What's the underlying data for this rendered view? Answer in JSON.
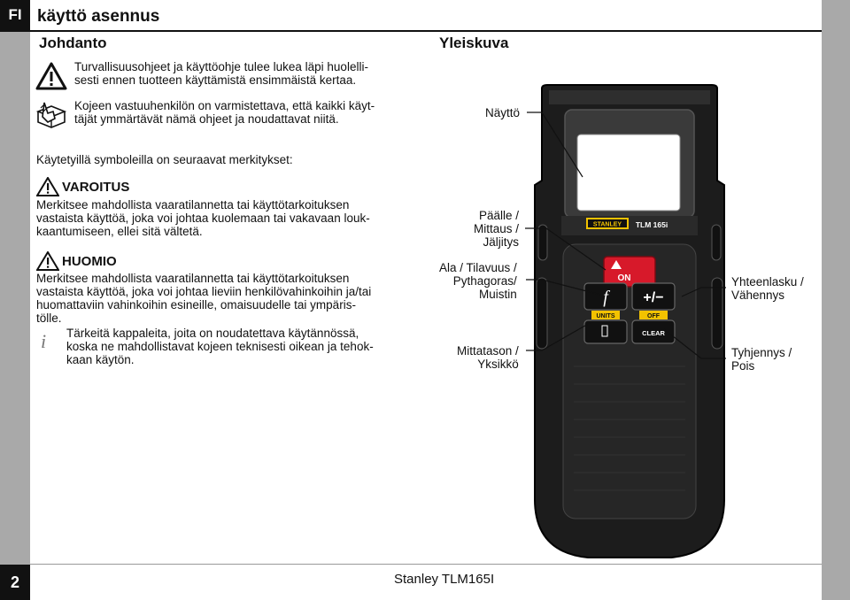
{
  "sidebar": {
    "language": "FI",
    "page_number": "2"
  },
  "title": "käyttö asennus",
  "intro": {
    "heading": "Johdanto",
    "items": [
      {
        "icon": "warning-triangle-icon",
        "text_lines": [
          "Turvallisuusohjeet ja käyttöohje tulee lukea läpi huolelli-",
          "sesti ennen tuotteen käyttämistä ensimmäistä kertaa."
        ]
      },
      {
        "icon": "hand-book-icon",
        "text_lines": [
          "Kojeen vastuuhenkilön on varmistettava, että kaikki käyt-",
          "täjät ymmärtävät nämä ohjeet ja noudattavat niitä."
        ]
      }
    ]
  },
  "symbols_intro": "Käytetyillä symboleilla on seuraavat merkitykset:",
  "warning": {
    "label": "VAROITUS",
    "lines": [
      "Merkitsee mahdollista vaaratilannetta tai käyttötarkoituksen",
      "vastaista käyttöä, joka voi johtaa kuolemaan tai vakavaan louk-",
      "kaantumiseen, ellei sitä vältetä."
    ]
  },
  "caution": {
    "label": "HUOMIO",
    "lines": [
      "Merkitsee mahdollista vaaratilannetta tai käyttötarkoituksen",
      "vastaista käyttöä, joka voi johtaa lieviin henkilövahinkoihin ja/tai",
      "huomattaviin vahinkoihin esineille, omaisuudelle tai ympäris-",
      "tölle."
    ]
  },
  "info": {
    "icon_glyph": "i",
    "lines": [
      "Tärkeitä kappaleita, joita on noudatettava käytännössä,",
      "koska ne mahdollistavat kojeen teknisesti oikean ja tehok-",
      "kaan käytön."
    ]
  },
  "overview": {
    "heading": "Yleiskuva",
    "device": {
      "brand": "STANLEY",
      "model": "TLM 165i",
      "buttons": {
        "on": "ON",
        "function": "f",
        "plus_minus": "+/−",
        "units": "UNITS",
        "off": "OFF",
        "clear": "CLEAR"
      }
    },
    "callouts": {
      "display": [
        "Näyttö"
      ],
      "on": [
        "Päälle /",
        "Mittaus /",
        "Jäljitys"
      ],
      "function": [
        "Ala / Tilavuus /",
        "Pythagoras/",
        "Muistin"
      ],
      "units": [
        "Mittatason /",
        "Yksikkö"
      ],
      "plus_minus": [
        "Yhteenlasku /",
        "Vähennys"
      ],
      "clear": [
        "Tyhjennys /",
        "Pois"
      ]
    }
  },
  "footer": "Stanley TLM165I"
}
